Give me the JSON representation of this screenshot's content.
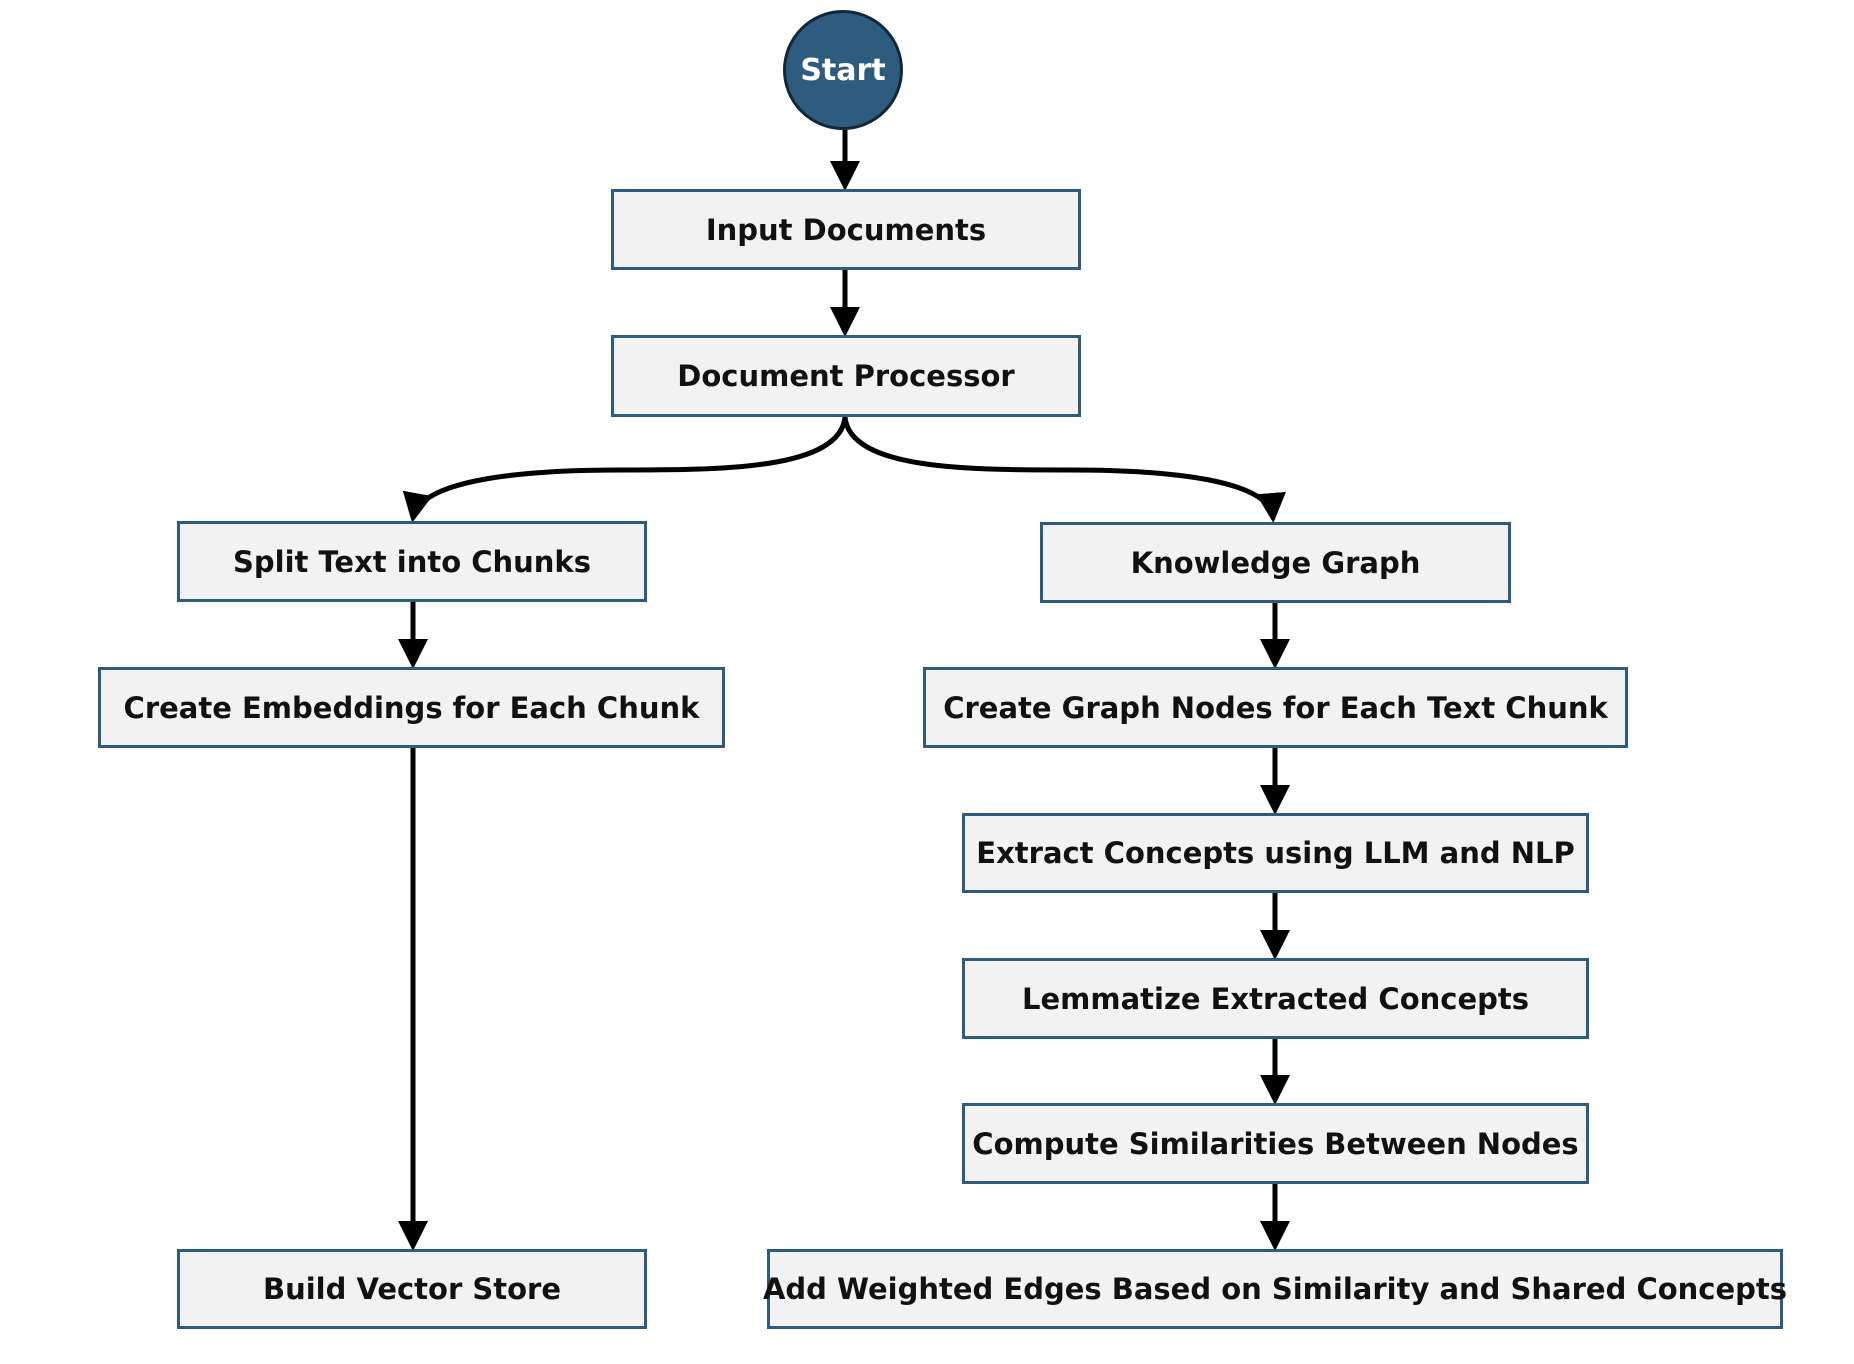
{
  "start": {
    "label": "Start"
  },
  "nodes": {
    "input_documents": "Input Documents",
    "document_processor": "Document Processor",
    "split_text": "Split Text into Chunks",
    "create_embeddings": "Create Embeddings for Each Chunk",
    "build_vector_store": "Build Vector Store",
    "knowledge_graph": "Knowledge Graph",
    "create_graph_nodes": "Create Graph Nodes for Each Text Chunk",
    "extract_concepts": "Extract Concepts using LLM and NLP",
    "lemmatize": "Lemmatize Extracted Concepts",
    "compute_similarities": "Compute Similarities Between Nodes",
    "add_weighted_edges": "Add Weighted Edges Based on Similarity and Shared Concepts"
  },
  "colors": {
    "node_fill": "#f2f2f2",
    "node_border": "#2e5c7e",
    "start_fill": "#2e5c7e",
    "start_border": "#13273a",
    "arrow": "#000000",
    "text": "#111111"
  }
}
